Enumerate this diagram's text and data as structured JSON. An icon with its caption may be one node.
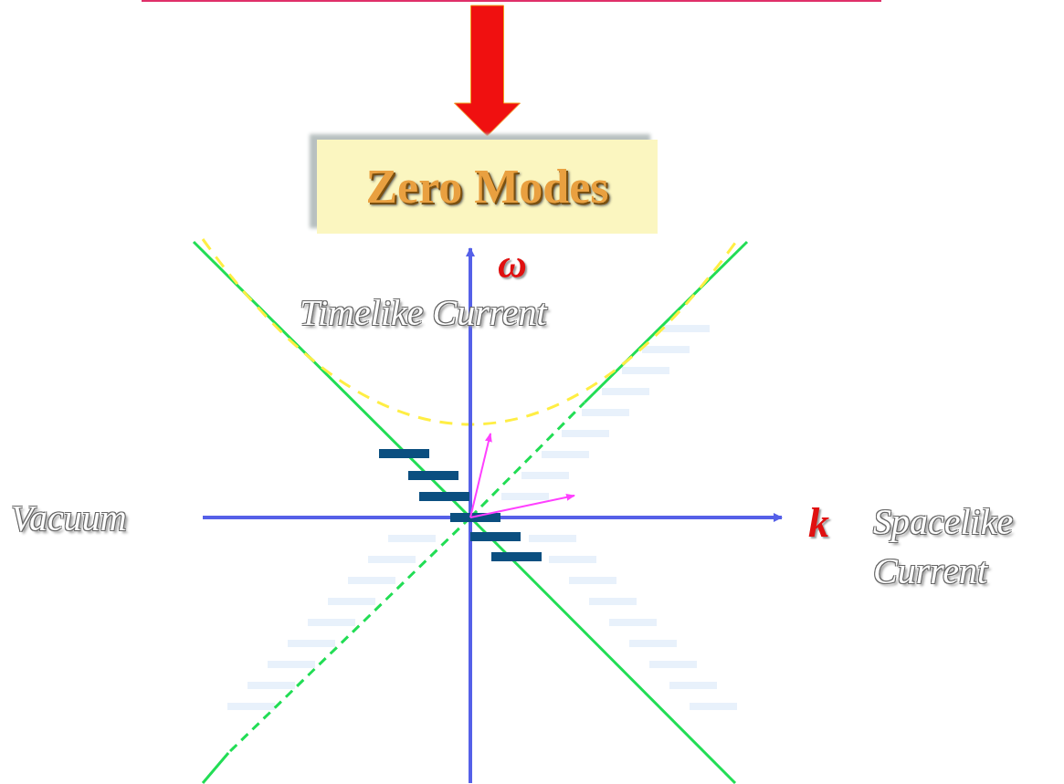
{
  "diagram": {
    "nodes": [
      {
        "text": [],
        "shape": "box"
      },
      {
        "text": [
          "Zero Modes"
        ]
      }
    ],
    "edges": [
      {
        "from": 0,
        "to": 1,
        "arrow": "to",
        "style": "thick",
        "color": "#f01010"
      }
    ],
    "labels": [
      "ω",
      "Timelike Current",
      "Vacuum",
      "k",
      "Spacelike Current"
    ]
  }
}
